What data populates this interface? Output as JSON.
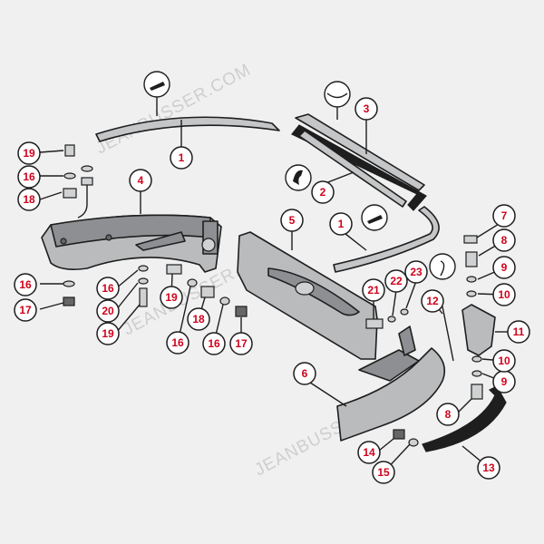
{
  "watermark": "JEANBUSSER.COM",
  "callouts": [
    {
      "id": "c1a",
      "label": "1"
    },
    {
      "id": "c1b",
      "label": "1"
    },
    {
      "id": "c2",
      "label": "2"
    },
    {
      "id": "c3",
      "label": "3"
    },
    {
      "id": "c4",
      "label": "4"
    },
    {
      "id": "c5",
      "label": "5"
    },
    {
      "id": "c6",
      "label": "6"
    },
    {
      "id": "c7",
      "label": "7"
    },
    {
      "id": "c8a",
      "label": "8"
    },
    {
      "id": "c8b",
      "label": "8"
    },
    {
      "id": "c9a",
      "label": "9"
    },
    {
      "id": "c9b",
      "label": "9"
    },
    {
      "id": "c10a",
      "label": "10"
    },
    {
      "id": "c10b",
      "label": "10"
    },
    {
      "id": "c11",
      "label": "11"
    },
    {
      "id": "c12",
      "label": "12"
    },
    {
      "id": "c13",
      "label": "13"
    },
    {
      "id": "c14",
      "label": "14"
    },
    {
      "id": "c15",
      "label": "15"
    },
    {
      "id": "c16a",
      "label": "16"
    },
    {
      "id": "c16b",
      "label": "16"
    },
    {
      "id": "c16c",
      "label": "16"
    },
    {
      "id": "c16d",
      "label": "16"
    },
    {
      "id": "c16e",
      "label": "16"
    },
    {
      "id": "c17a",
      "label": "17"
    },
    {
      "id": "c17b",
      "label": "17"
    },
    {
      "id": "c18a",
      "label": "18"
    },
    {
      "id": "c18b",
      "label": "18"
    },
    {
      "id": "c19a",
      "label": "19"
    },
    {
      "id": "c19b",
      "label": "19"
    },
    {
      "id": "c19c",
      "label": "19"
    },
    {
      "id": "c20",
      "label": "20"
    },
    {
      "id": "c21",
      "label": "21"
    },
    {
      "id": "c22",
      "label": "22"
    },
    {
      "id": "c23",
      "label": "23"
    }
  ]
}
